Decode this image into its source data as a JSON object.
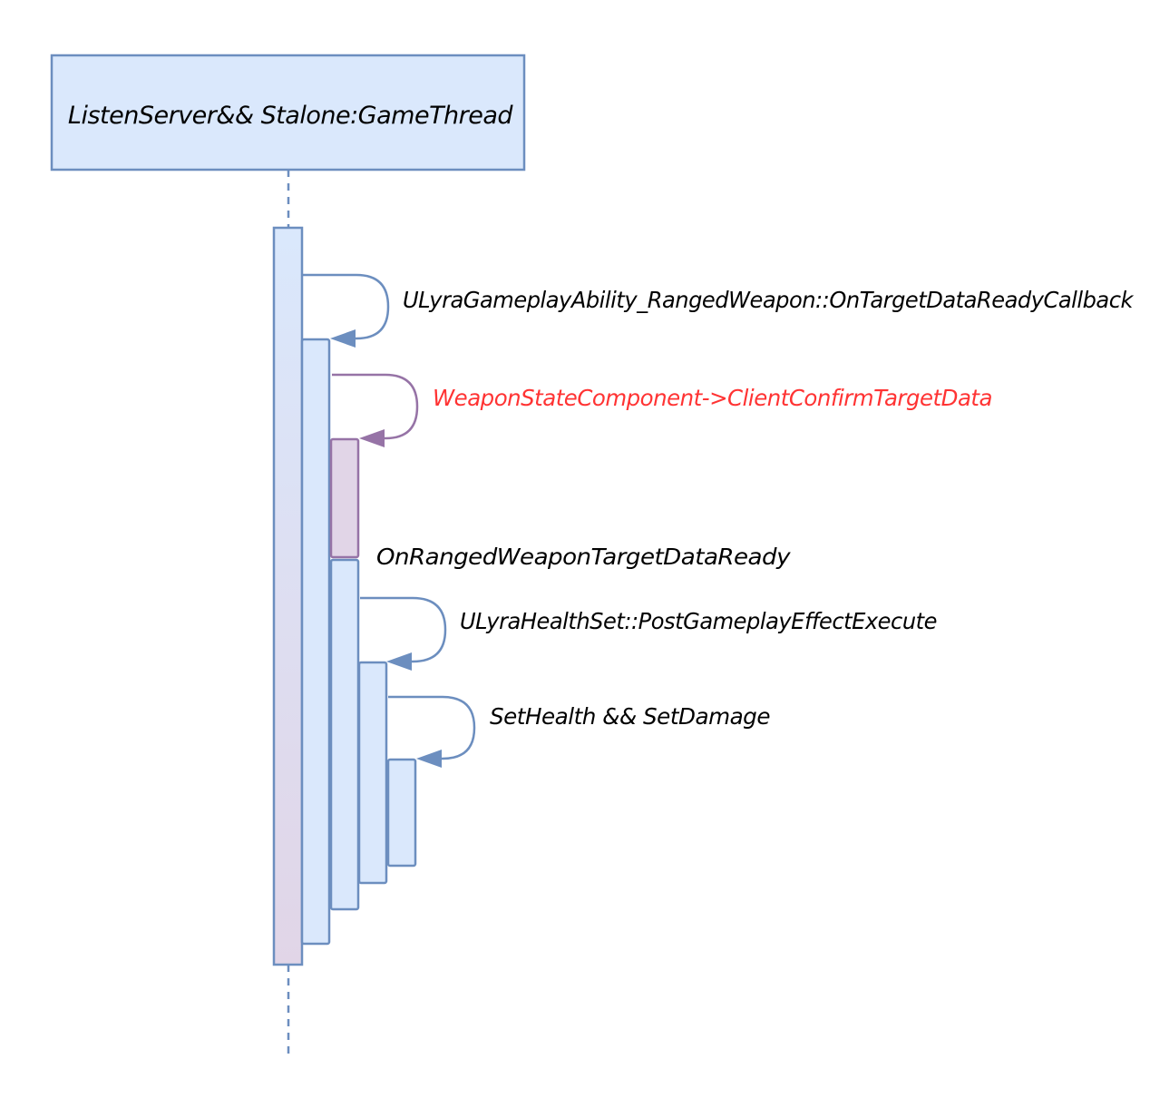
{
  "participant": {
    "label": "ListenServer&& Stalone:GameThread"
  },
  "messages": [
    {
      "label": "ULyraGameplayAbility_RangedWeapon::OnTargetDataReadyCallback",
      "color": "#000000"
    },
    {
      "label": "WeaponStateComponent->ClientConfirmTargetData",
      "color": "#ff3333"
    },
    {
      "label": "OnRangedWeaponTargetDataReady",
      "color": "#000000"
    },
    {
      "label": "ULyraHealthSet::PostGameplayEffectExecute",
      "color": "#000000"
    },
    {
      "label": "SetHealth && SetDamage",
      "color": "#000000"
    }
  ],
  "colors": {
    "box_fill": "#dae8fc",
    "box_stroke": "#6c8ebf",
    "purple_fill": "#e1d5e7",
    "purple_stroke": "#9673a6",
    "red_text": "#ff3333"
  }
}
